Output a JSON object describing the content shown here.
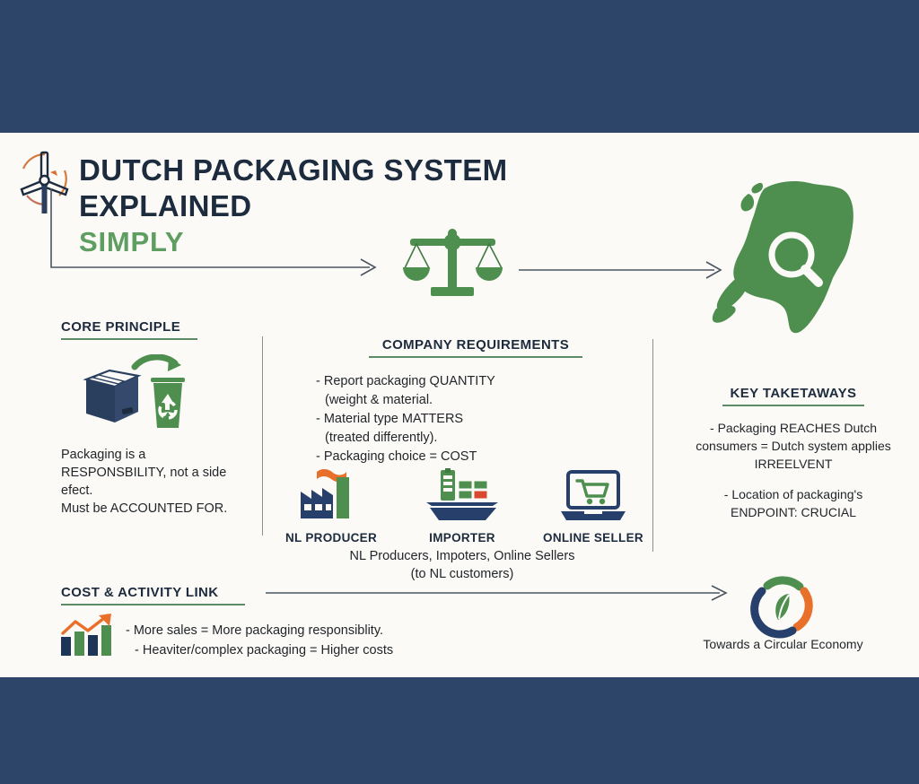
{
  "theme": {
    "background": "#2c4569",
    "card_background": "#fbfaf6",
    "navy": "#26406b",
    "green": "#4e8e4f",
    "orange": "#e87722",
    "heading_text": "#1d2b3e",
    "rule": "#5e8a66"
  },
  "header": {
    "logo_icon": "wind-turbine-icon",
    "title_line1": "DUTCH PACKAGING SYSTEM",
    "title_line2": "EXPLAINED",
    "title_accent": "SIMPLY"
  },
  "flow": {
    "scale_icon": "balance-scale-icon",
    "map_icon": "netherlands-map-icon",
    "magnifier_icon": "magnifying-glass-icon"
  },
  "core_principle": {
    "heading": "CORE PRINCIPLE",
    "icon": "box-to-recycle-bin-icon",
    "body_line1": "Packaging is a",
    "body_line2": "RESPONSBILITY, not a side efect.",
    "body_line3": "Must be ACCOUNTED FOR."
  },
  "company_requirements": {
    "heading": "COMPANY REQUIREMENTS",
    "items": [
      "- Report packaging QUANTITY",
      "(weight & material.",
      "- Material type MATTERS",
      "(treated differently).",
      "- Packaging choice = COST"
    ],
    "actors": [
      {
        "label": "NL PRODUCER",
        "icon": "factory-icon"
      },
      {
        "label": "IMPORTER",
        "icon": "cargo-ship-icon"
      },
      {
        "label": "ONLINE SELLER",
        "icon": "laptop-cart-icon"
      }
    ],
    "caption_line1": "NL Producers, Impoters, Online Sellers",
    "caption_line2": "(to NL customers)"
  },
  "key_takeaways": {
    "heading": "KEY TAKETAWAYS",
    "point1_line1": "- Packaging REACHES Dutch",
    "point1_line2": "consumers = Dutch system applies",
    "point1_line3": "IRREELVENT",
    "point2_line1": "- Location of packaging's",
    "point2_line2": "ENDPOINT: CRUCIAL"
  },
  "cost_activity": {
    "heading": "COST & ACTIVITY LINK",
    "icon": "growth-bar-chart-icon",
    "item1": "- More sales = More packaging responsiblity.",
    "item2": "- Heaviter/complex packaging = Higher costs"
  },
  "circular_economy": {
    "icon": "circular-economy-leaf-icon",
    "label": "Towards a Circular Economy"
  }
}
